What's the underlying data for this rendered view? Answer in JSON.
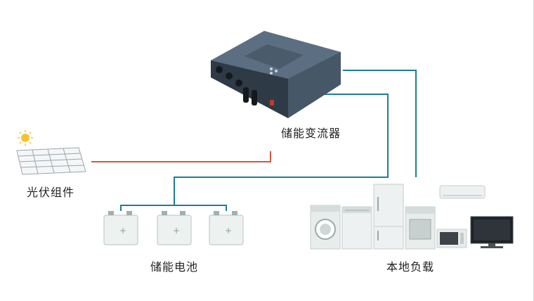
{
  "labels": {
    "inverter": "储能变流器",
    "pv": "光伏组件",
    "battery": "储能电池",
    "load": "本地负载"
  },
  "colors": {
    "pv_line": "#d2583a",
    "grid_line": "#1a7f95",
    "battery_line": "#1a7f95",
    "inverter_body": "#3f4f5f",
    "inverter_top": "#55677a",
    "appliance": "#e8eceb"
  },
  "icons": [
    "inverter-icon",
    "solar-panel-icon",
    "sun-icon",
    "battery-icon",
    "washing-machine-icon",
    "dishwasher-icon",
    "refrigerator-icon",
    "oven-icon",
    "microwave-icon",
    "air-conditioner-icon",
    "television-icon"
  ]
}
